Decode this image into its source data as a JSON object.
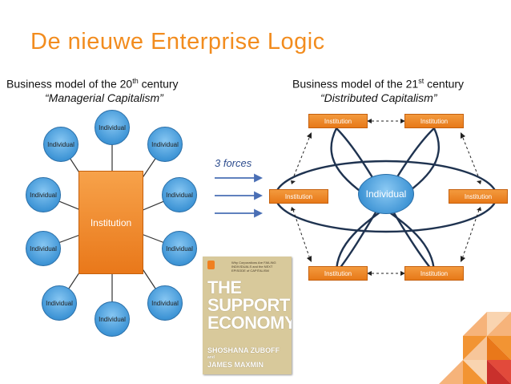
{
  "title": "De nieuwe Enterprise Logic",
  "left": {
    "heading": "Business model of the 20",
    "heading_sup": "th",
    "heading_end": " century",
    "subtitle": "“Managerial Capitalism”",
    "institution": "Institution",
    "individual": "Individual"
  },
  "right": {
    "heading": "Business model of the 21",
    "heading_sup": "st",
    "heading_end": " century",
    "subtitle": "“Distributed Capitalism”",
    "institution": "Institution",
    "individual": "Individual"
  },
  "forces": "3 forces",
  "book": {
    "tagline": "Why Corporations Are FAILING INDIVIDUALS and the NEXT EPISODE of CAPITALISM",
    "title_1": "THE",
    "title_2": "SUPPORT",
    "title_3": "ECONOMY",
    "author_1": "SHOSHANA ZUBOFF",
    "author_2": "JAMES MAXMIN",
    "and": "and"
  },
  "colors": {
    "title": "#f28c1e",
    "institution": "#ed8424",
    "individual": "#3f95d6",
    "arrow": "#4a6fb5"
  }
}
